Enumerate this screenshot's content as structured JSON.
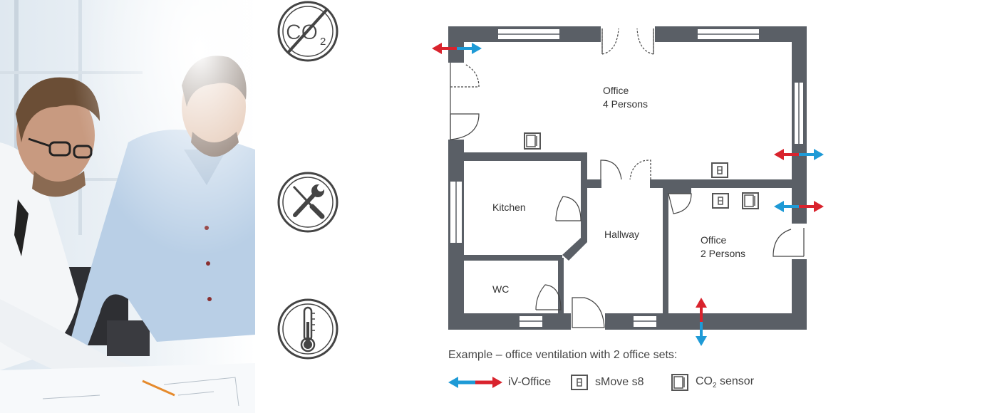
{
  "diagram": {
    "rooms": {
      "office_large": {
        "name": "Office",
        "persons": "4 Persons"
      },
      "kitchen": {
        "name": "Kitchen"
      },
      "hallway": {
        "name": "Hallway"
      },
      "office_small": {
        "name": "Office",
        "persons": "2 Persons"
      },
      "wc": {
        "name": "WC"
      }
    },
    "icons": [
      "no-co2-icon",
      "tools-icon",
      "thermometer-icon"
    ],
    "caption": "Example – office ventilation with 2 office sets:",
    "legend": {
      "iv_office": "iV-Office",
      "smove": "sMove s8",
      "co2_prefix": "CO",
      "co2_sub": "2",
      "co2_suffix": " sensor"
    },
    "colors": {
      "wall": "#5a5f66",
      "arrow_out": "#d9232d",
      "arrow_in": "#1e9ad6",
      "icon": "#444444"
    },
    "co2_icon_text": {
      "main": "CO",
      "sub": "2"
    }
  }
}
